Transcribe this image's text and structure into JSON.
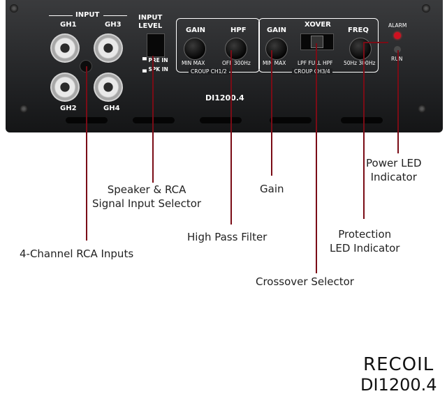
{
  "panel": {
    "input_title": "INPUT",
    "ch_labels": [
      "GH1",
      "GH3",
      "GH2",
      "GH4"
    ],
    "input_level": "INPUT\nLEVEL",
    "pre_in": "PRE IN",
    "spk_in": "SPK IN",
    "g1": {
      "gain": "GAIN",
      "hpf": "HPF",
      "minmax": "MIN MAX",
      "off300": "OFF 300Hz",
      "group": "CROUP CH1/2"
    },
    "g2": {
      "gain": "GAIN",
      "xover": "XOVER",
      "freq": "FREQ",
      "minmax": "MIN MAX",
      "modes": "LPF FULL HPF",
      "hz": "50Hz 300Hz",
      "group": "CROUP CH3/4"
    },
    "model": "DI1200.4",
    "alarm": "ALARM",
    "run": "RUN"
  },
  "callouts": {
    "rca": "4-Channel RCA Inputs",
    "selector": "Speaker & RCA\nSignal Input Selector",
    "hpf": "High Pass Filter",
    "gain": "Gain",
    "xover": "Crossover Selector",
    "protection": "Protection\nLED Indicator",
    "power": "Power LED\nIndicator"
  },
  "brand": {
    "name": "RECOIL",
    "model": "DI1200.4"
  }
}
